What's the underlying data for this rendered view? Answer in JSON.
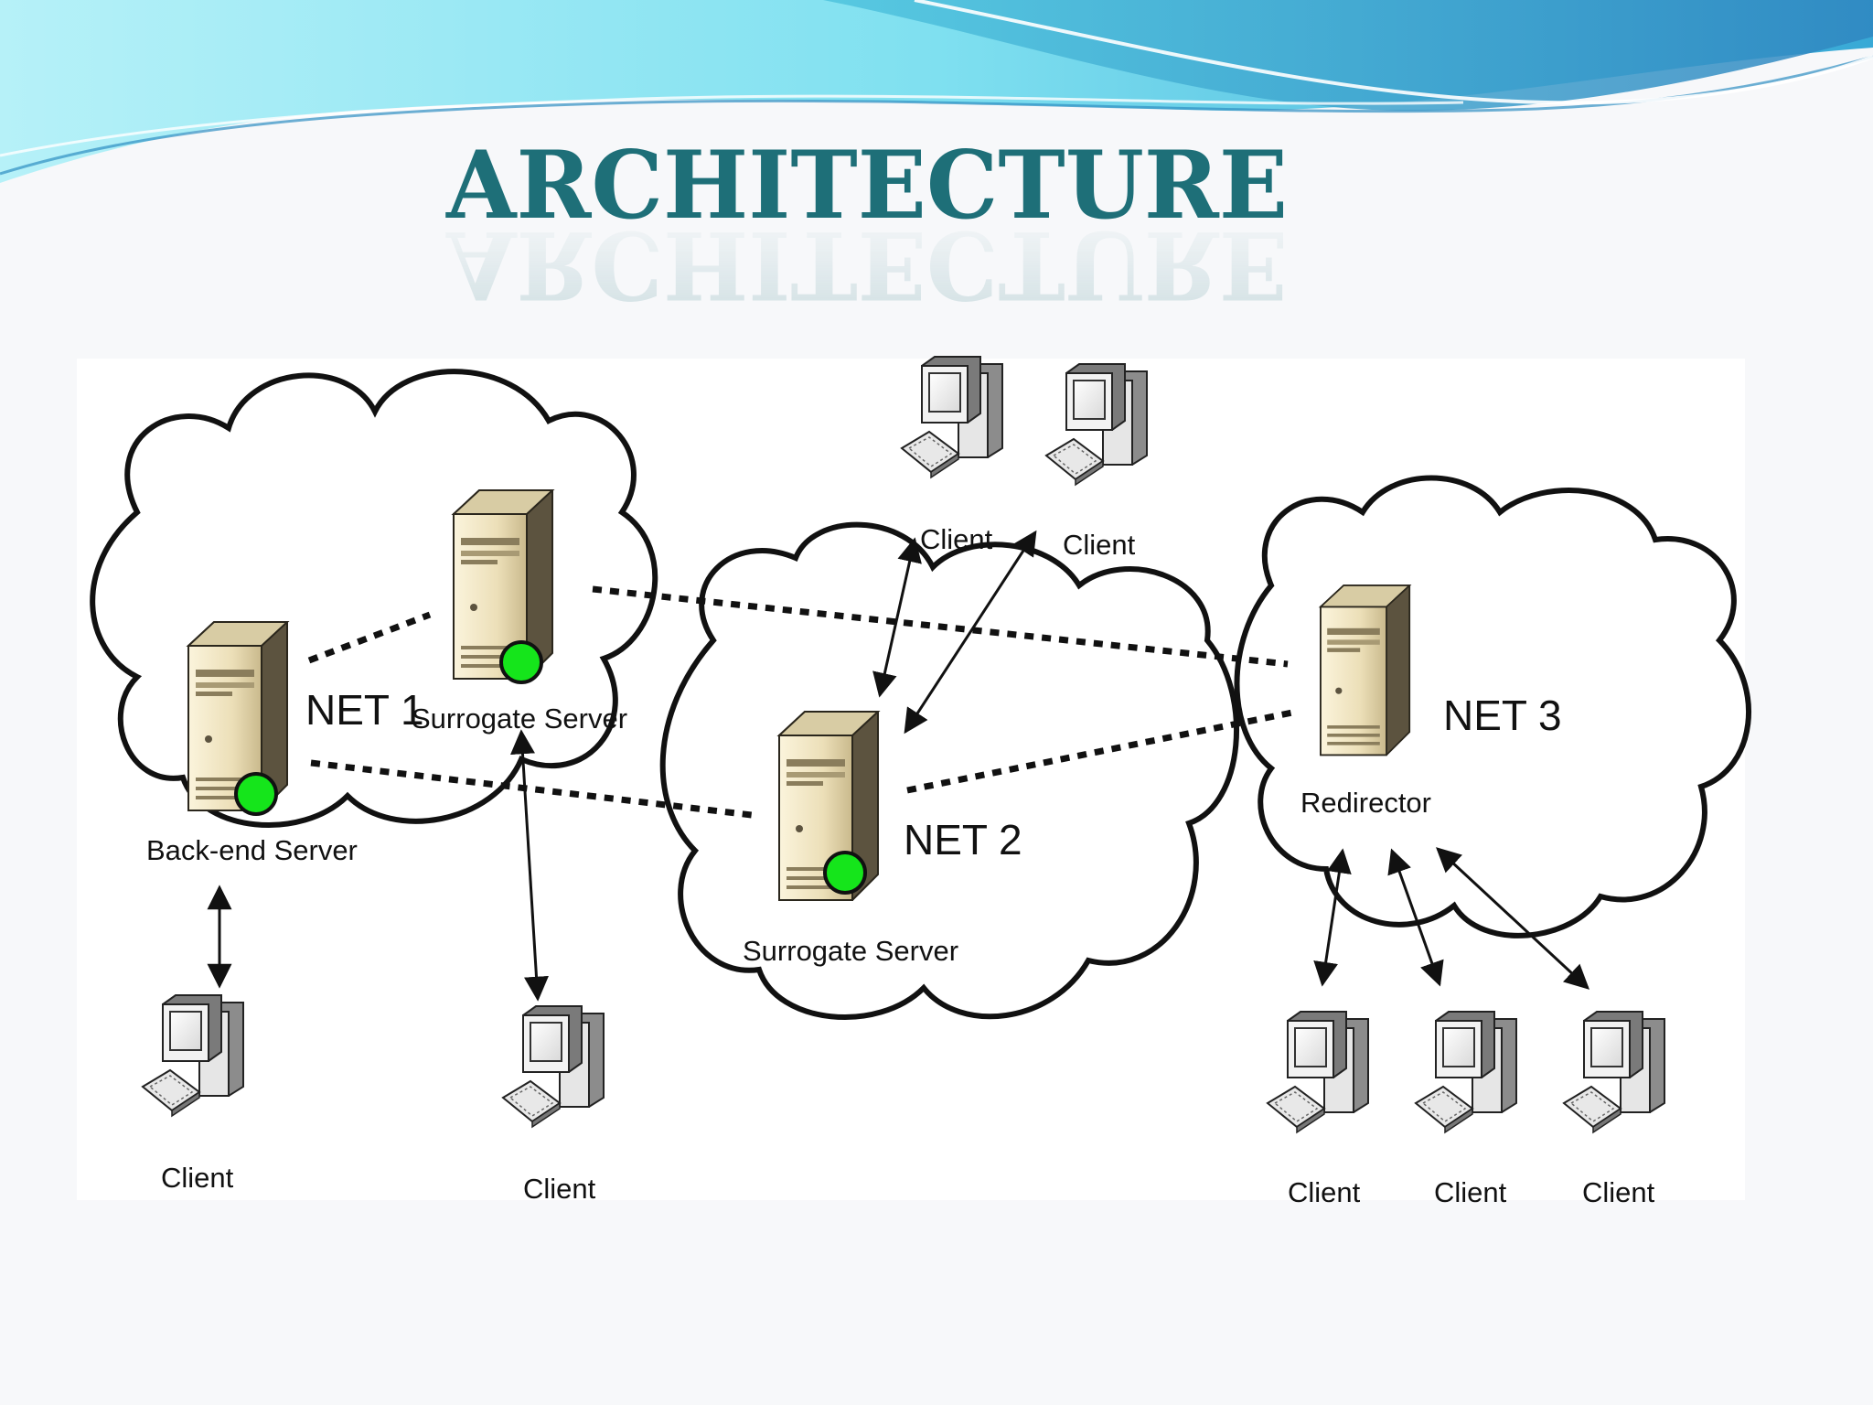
{
  "slide": {
    "title": "ARCHITECTURE",
    "colors": {
      "title": "#1e6f78",
      "banner_light": "#8fe4f0",
      "banner_mid": "#3fb6d8",
      "banner_dark": "#2a8fc4",
      "status_dot": "#15e51b",
      "server_body": "#efe4c2"
    }
  },
  "diagram": {
    "nets": [
      {
        "id": "net1",
        "label": "NET 1"
      },
      {
        "id": "net2",
        "label": "NET 2"
      },
      {
        "id": "net3",
        "label": "NET 3"
      }
    ],
    "servers": [
      {
        "id": "backend",
        "label": "Back-end Server",
        "icon": "server-icon",
        "net": "net1"
      },
      {
        "id": "surrogate1",
        "label": "Surrogate Server",
        "icon": "server-icon",
        "net": "net1"
      },
      {
        "id": "surrogate2",
        "label": "Surrogate Server",
        "icon": "server-icon",
        "net": "net2"
      },
      {
        "id": "redirector",
        "label": "Redirector",
        "icon": "server-icon",
        "net": "net3"
      }
    ],
    "clients": [
      {
        "id": "c1",
        "label": "Client",
        "icon": "computer-icon"
      },
      {
        "id": "c2",
        "label": "Client",
        "icon": "computer-icon"
      },
      {
        "id": "c3",
        "label": "Client",
        "icon": "computer-icon"
      },
      {
        "id": "c4",
        "label": "Client",
        "icon": "computer-icon"
      },
      {
        "id": "c5",
        "label": "Client",
        "icon": "computer-icon"
      },
      {
        "id": "c6",
        "label": "Client",
        "icon": "computer-icon"
      },
      {
        "id": "c7",
        "label": "Client",
        "icon": "computer-icon"
      }
    ],
    "links": [
      {
        "from": "backend",
        "to": "surrogate1",
        "style": "dotted"
      },
      {
        "from": "backend",
        "to": "surrogate2",
        "style": "dotted"
      },
      {
        "from": "surrogate1",
        "to": "redirector",
        "style": "dotted"
      },
      {
        "from": "surrogate2",
        "to": "redirector",
        "style": "dotted"
      },
      {
        "from": "backend",
        "to": "c1",
        "style": "double-arrow"
      },
      {
        "from": "surrogate1",
        "to": "c2",
        "style": "double-arrow"
      },
      {
        "from": "surrogate2",
        "to": "c3",
        "style": "double-arrow"
      },
      {
        "from": "surrogate2",
        "to": "c4",
        "style": "double-arrow"
      },
      {
        "from": "redirector",
        "to": "c5",
        "style": "double-arrow"
      },
      {
        "from": "redirector",
        "to": "c6",
        "style": "double-arrow"
      },
      {
        "from": "redirector",
        "to": "c7",
        "style": "double-arrow"
      }
    ]
  }
}
